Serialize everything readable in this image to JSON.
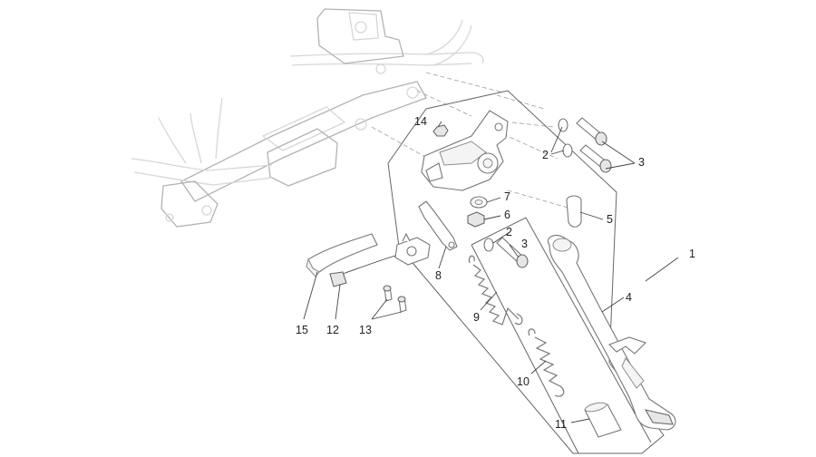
{
  "callouts": {
    "c1": "1",
    "c2a": "2",
    "c2b": "2",
    "c3a": "3",
    "c3b": "3",
    "c4": "4",
    "c5": "5",
    "c6": "6",
    "c7": "7",
    "c8": "8",
    "c9": "9",
    "c10": "10",
    "c11": "11",
    "c12": "12",
    "c13": "13",
    "c14": "14",
    "c15": "15"
  },
  "colors": {
    "background": "#ffffff",
    "frame_line": "#d7d7d7",
    "part_line": "#777777",
    "label_text": "#222222"
  }
}
